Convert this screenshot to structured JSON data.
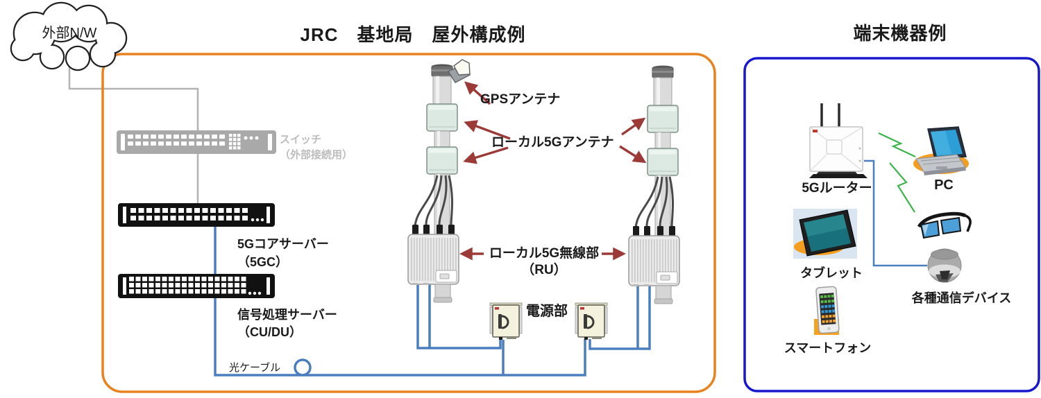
{
  "cloud_label": "外部N/W",
  "left_panel": {
    "title": "JRC　基地局　屋外構成例",
    "labels": {
      "switch_line1": "スイッチ",
      "switch_line2": "（外部接続用）",
      "core_server_line1": "5Gコアサーバー",
      "core_server_line2": "（5GC）",
      "signal_server_line1": "信号処理サーバー",
      "signal_server_line2": "（CU/DU）",
      "fiber_cable": "光ケーブル",
      "gps_antenna": "GPSアンテナ",
      "local5g_antenna": "ローカル5Gアンテナ",
      "radio_unit_line1": "ローカル5G無線部",
      "radio_unit_line2": "（RU）",
      "power_unit": "電源部"
    }
  },
  "right_panel": {
    "title": "端末機器例",
    "devices": [
      {
        "id": "router",
        "label": "5Gルーター"
      },
      {
        "id": "pc",
        "label": "PC"
      },
      {
        "id": "tablet",
        "label": "タブレット"
      },
      {
        "id": "misc-devices",
        "label": "各種通信デバイス"
      },
      {
        "id": "smartphone",
        "label": "スマートフォン"
      }
    ]
  },
  "icons": [
    "cloud-icon",
    "network-switch-icon",
    "rack-server-icon",
    "gps-antenna-icon",
    "local5g-antenna-icon",
    "radio-unit-icon",
    "power-unit-icon",
    "fiber-coil-icon",
    "wifi-router-icon",
    "laptop-icon",
    "tablet-icon",
    "smart-glasses-icon",
    "dome-camera-icon",
    "smartphone-icon",
    "red-arrow-icon",
    "signal-bolt-icon"
  ],
  "colors": {
    "outdoor_box_border": "#E8821E",
    "terminal_box_border": "#1717CE",
    "cable_blue": "#4A7EBF",
    "arrow_red": "#9C3A38",
    "wireless_green": "#3CB44B",
    "switch_gray": "#A9A9A9",
    "server_black": "#111111"
  }
}
